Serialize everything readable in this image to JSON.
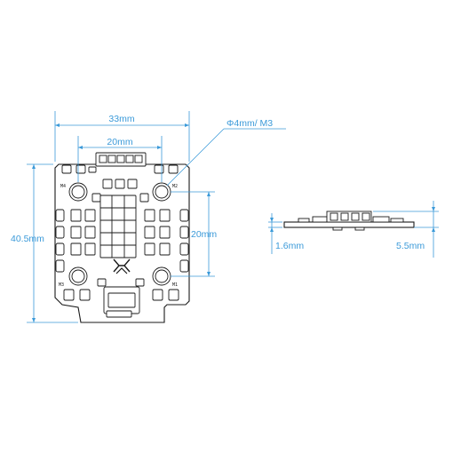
{
  "colors": {
    "dimension": "#3b9ad9",
    "outline": "#1a1a1a",
    "background": "#ffffff"
  },
  "dimensions": {
    "top_width": "33mm",
    "hole_spacing_horizontal": "20mm",
    "hole_label": "Φ4mm/ M3",
    "total_height": "40.5mm",
    "hole_spacing_vertical": "20mm",
    "pcb_thickness": "1.6mm",
    "side_height": "5.5mm"
  },
  "silkscreen": {
    "corner_top_left": "M4",
    "corner_top_right": "M2",
    "corner_bottom_left": "M3",
    "corner_bottom_right": "M1"
  }
}
